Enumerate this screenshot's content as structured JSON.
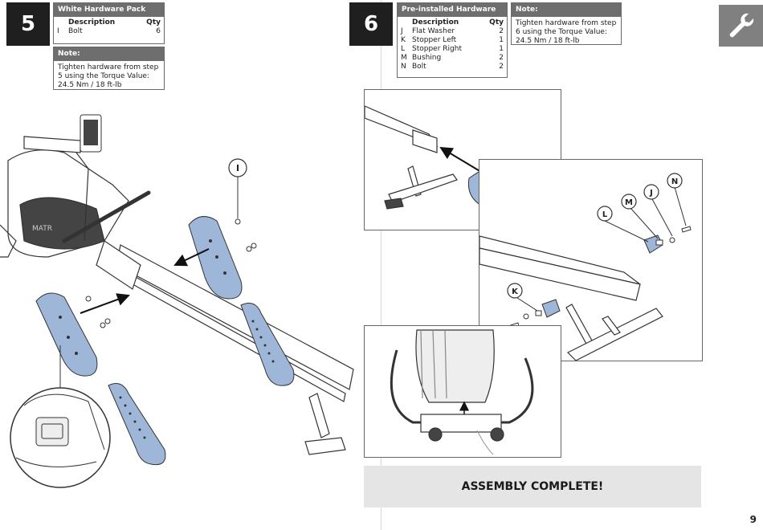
{
  "left": {
    "step_number": "5",
    "hardware": {
      "title": "White Hardware Pack",
      "col_desc": "Description",
      "col_qty": "Qty",
      "rows": [
        {
          "id": "I",
          "desc": "Bolt",
          "qty": "6"
        }
      ]
    },
    "note": {
      "title": "Note:",
      "text": "Tighten hardware from step 5 using the Torque Value: 24.5 Nm / 18 ft-lb"
    },
    "callout": "I",
    "brand": "MATR"
  },
  "right": {
    "step_number": "6",
    "hardware": {
      "title": "Pre-installed Hardware",
      "col_desc": "Description",
      "col_qty": "Qty",
      "rows": [
        {
          "id": "J",
          "desc": "Flat Washer",
          "qty": "2"
        },
        {
          "id": "K",
          "desc": "Stopper Left",
          "qty": "1"
        },
        {
          "id": "L",
          "desc": "Stopper Right",
          "qty": "1"
        },
        {
          "id": "M",
          "desc": "Bushing",
          "qty": "2"
        },
        {
          "id": "N",
          "desc": "Bolt",
          "qty": "2"
        }
      ]
    },
    "note": {
      "title": "Note:",
      "text": "Tighten hardware from step 6 using the Torque Value: 24.5 Nm / 18 ft-lb"
    },
    "callouts": {
      "k": "K",
      "l": "L",
      "m": "M",
      "j": "J",
      "n": "N"
    },
    "complete": "ASSEMBLY COMPLETE!",
    "page_number": "9",
    "tab_icon": "wrench-icon"
  },
  "colors": {
    "accent_blue": "#9eb7d8",
    "dark": "#1f1f1f",
    "header_gray": "#6e6e6e"
  }
}
